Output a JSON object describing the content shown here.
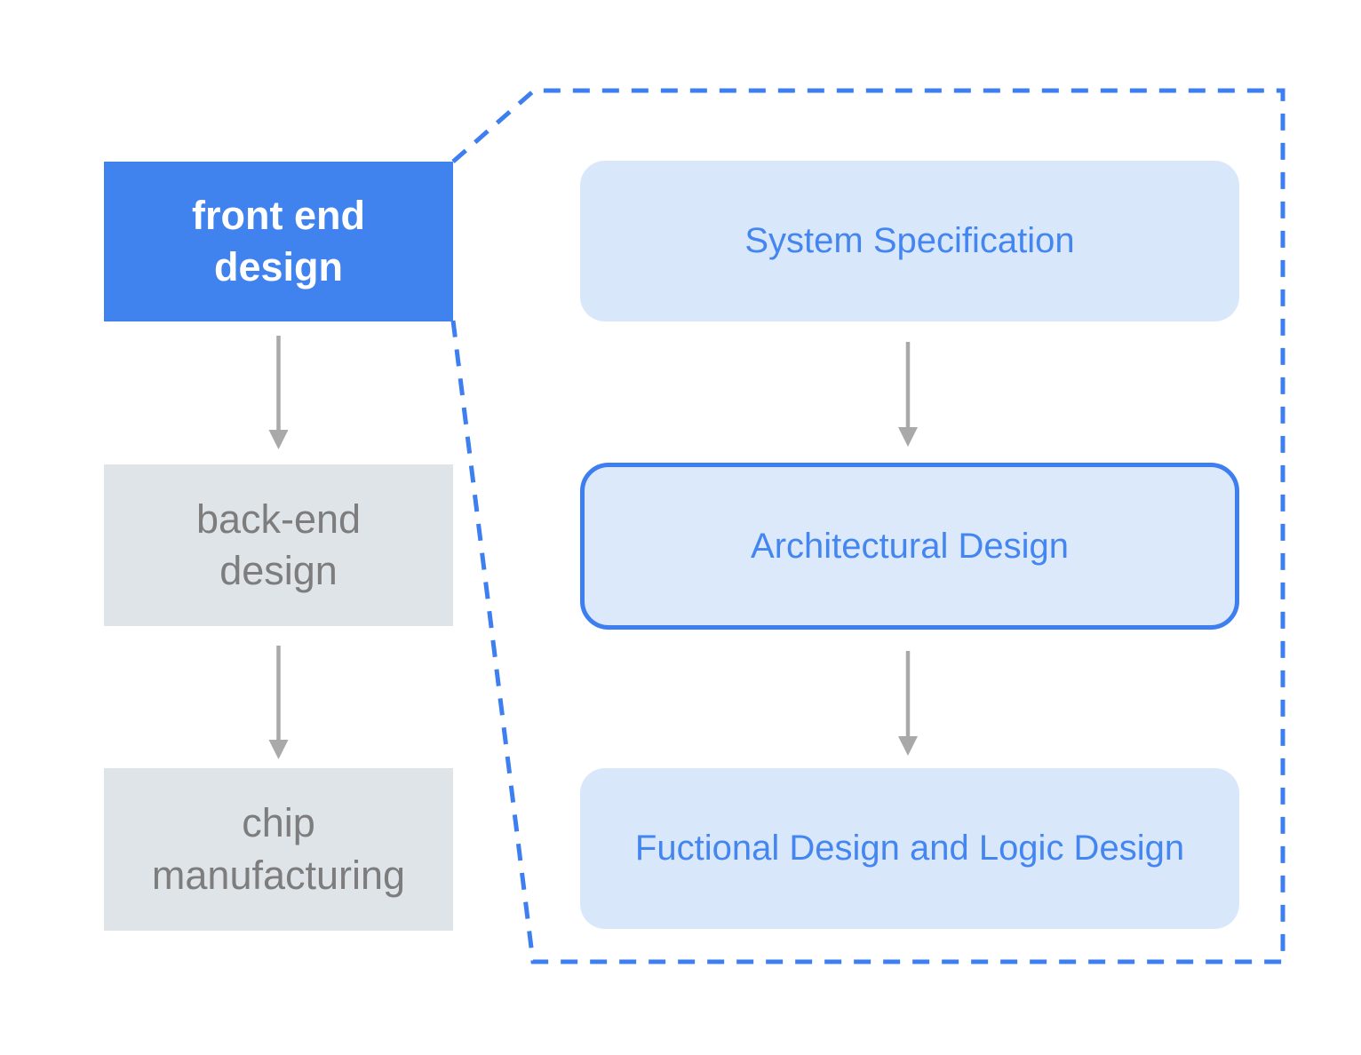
{
  "diagram": {
    "left_column": {
      "nodes": [
        {
          "id": "front-end-design",
          "label": "front end\ndesign",
          "emphasis": true
        },
        {
          "id": "back-end-design",
          "label": "back-end\ndesign",
          "emphasis": false
        },
        {
          "id": "chip-manufacturing",
          "label": "chip\nmanufacturing",
          "emphasis": false
        }
      ]
    },
    "detail_panel": {
      "expands_node": "front end design",
      "nodes": [
        {
          "id": "system-specification",
          "label": "System Specification",
          "highlighted": false
        },
        {
          "id": "architectural-design",
          "label": "Architectural Design",
          "highlighted": true
        },
        {
          "id": "functional-logic-design",
          "label": "Fuctional Design and Logic Design",
          "highlighted": false
        }
      ]
    },
    "colors": {
      "accent_blue": "#3d7ef0",
      "node_blue": "#4183ee",
      "light_blue": "#d9e7fb",
      "light_blue_2": "#dbe9fa",
      "gray_fill": "#dfe4e9",
      "gray_text": "#7d7d7d",
      "arrow_gray": "#a9a9a9",
      "blue_text": "#4486f0"
    }
  }
}
